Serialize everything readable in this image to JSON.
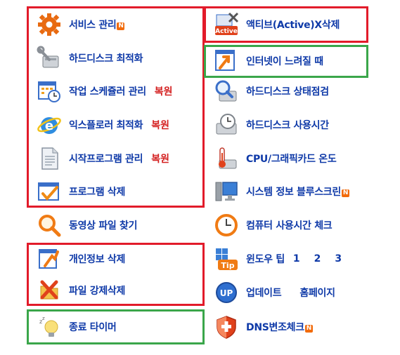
{
  "left": [
    {
      "label": "서비스 관리",
      "badge": "N",
      "icon": "gear-icon"
    },
    {
      "label": "하드디스크 최적화",
      "icon": "wrench-disk-icon"
    },
    {
      "label": "작업 스케쥴러 관리",
      "restore": "복원",
      "icon": "scheduler-icon"
    },
    {
      "label": "익스플로러 최적화",
      "restore": "복원",
      "icon": "internet-explorer-icon"
    },
    {
      "label": "시작프로그램 관리",
      "restore": "복원",
      "icon": "document-icon"
    },
    {
      "label": "프로그램 삭제",
      "icon": "program-delete-icon"
    },
    {
      "label": "동영상 파일 찾기",
      "icon": "magnifier-icon"
    },
    {
      "label": "개인정보 삭제",
      "icon": "privacy-delete-icon"
    },
    {
      "label": "파일 강제삭제",
      "icon": "file-force-delete-icon"
    },
    {
      "label": "종료 타이머",
      "icon": "sleep-bulb-icon"
    }
  ],
  "right": [
    {
      "label": "액티브(Active)X삭제",
      "icon": "activex-icon",
      "icon_text": "Active"
    },
    {
      "label": "인터넷이 느려질 때",
      "icon": "slow-internet-icon"
    },
    {
      "label": "하드디스크 상태점검",
      "icon": "disk-check-icon"
    },
    {
      "label": "하드디스크 사용시간",
      "icon": "disk-time-icon"
    },
    {
      "label": "CPU/그래픽카드 온도",
      "icon": "temperature-icon"
    },
    {
      "label": "시스템 정보 블루스크린",
      "badge": "N",
      "icon": "system-info-icon"
    },
    {
      "label": "컴퓨터 사용시간 체크",
      "icon": "clock-icon"
    },
    {
      "label": "윈도우 팁",
      "tips": [
        "1",
        "2",
        "3"
      ],
      "icon": "windows-tip-icon",
      "icon_text": "Tip"
    },
    {
      "label": "업데이트",
      "extra": "홈페이지",
      "icon": "update-icon",
      "icon_text": "UP"
    },
    {
      "label": "DNS변조체크",
      "badge": "N",
      "icon": "dns-shield-icon"
    }
  ],
  "colors": {
    "label": "#0f3aa8",
    "restore": "#d42020",
    "red_box": "#e21b2a",
    "green_box": "#3aa64a",
    "badge": "#f26b0b"
  }
}
